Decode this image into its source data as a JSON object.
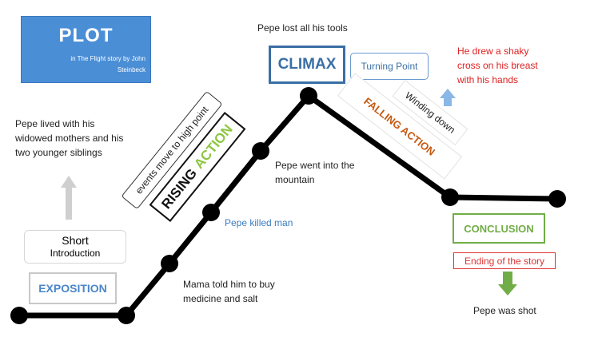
{
  "title_box": {
    "title": "PLOT",
    "subtitle": "in The Flight story by John Steinbeck"
  },
  "exposition": {
    "note": "Pepe lived with his widowed mothers and his two younger siblings",
    "intro_line1": "Short",
    "intro_line2": "Introduction",
    "label": "EXPOSITION"
  },
  "rising": {
    "word1": "RISING",
    "word2": "ACTION",
    "description": "events move to high point",
    "point1_text": "Mama told him to buy medicine and salt",
    "point2_text": "Pepe killed man",
    "point3_text": "Pepe went into the mountain"
  },
  "climax": {
    "top_text": "Pepe lost all his tools",
    "label": "CLIMAX",
    "turning_point": "Turning Point"
  },
  "falling": {
    "label": "FALLING ACTION",
    "description": "Winding down",
    "note": "He drew a shaky cross on his breast with his hands"
  },
  "conclusion": {
    "label": "CONCLUSION",
    "ending": "Ending of the story",
    "result": "Pepe was shot"
  },
  "colors": {
    "title_bg": "#4a8ed6",
    "exposition": "#4a86c8",
    "climax": "#3a6ea5",
    "action_green": "#8dc63f",
    "falling": "#c65911",
    "conclusion": "#70ad47",
    "red": "#e02020",
    "arrow_blue": "#8ab8e6",
    "arrow_gray": "#cfcfcf"
  }
}
